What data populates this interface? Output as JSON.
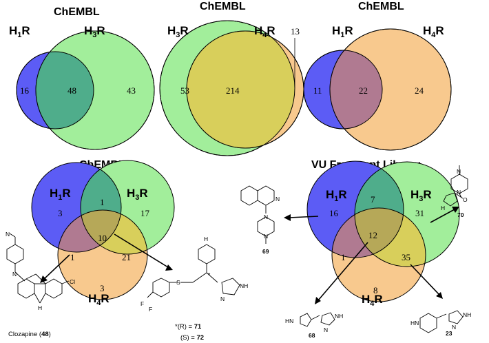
{
  "colors": {
    "h1r": "#5C5CF5",
    "h3r": "#A2EE9B",
    "h4r": "#F8C98E",
    "h1r_h3r": "#4FAD8B",
    "h3r_h4r": "#D8CF5B",
    "h1r_h4r": "#B07A91",
    "all": "#B6A858"
  },
  "titles": {
    "chembl": "ChEMBL",
    "vu": "VU Fragment Library"
  },
  "labels": {
    "h1r_main": "H",
    "h1r_sub": "1",
    "h1r_r": "R",
    "h3r_main": "H",
    "h3r_sub": "3",
    "h3r_r": "R",
    "h4r_main": "H",
    "h4r_sub": "4",
    "h4r_r": "R"
  },
  "venn_h1_h3": {
    "h1_only": "16",
    "both": "48",
    "h3_only": "43"
  },
  "venn_h3_h4": {
    "h3_only": "53",
    "both": "214",
    "h4_only": "13"
  },
  "venn_h1_h4": {
    "h1_only": "11",
    "both": "22",
    "h4_only": "24"
  },
  "venn_chembl3": {
    "h1": "3",
    "h1h3": "1",
    "h3": "17",
    "all": "10",
    "h1h4": "1",
    "h3h4": "21",
    "h4": "3"
  },
  "venn_vu3": {
    "h1": "16",
    "h1h3": "7",
    "h3": "31",
    "all": "12",
    "h1h4": "1",
    "h3h4": "35",
    "h4": "8"
  },
  "molecules": {
    "clozapine": {
      "name": "Clozapine",
      "id": "48",
      "cl": "Cl",
      "nh": "H",
      "n": "N",
      "n2": "N"
    },
    "m71": {
      "r_label": "*(R) = ",
      "r_id": "71",
      "s_label": "(S) = ",
      "s_id": "72",
      "f": "F",
      "cf3": "F",
      "s": "S",
      "nh": "NH",
      "hn": "H",
      "n": "N",
      "star": "*"
    },
    "m69": {
      "id": "69",
      "n": "N",
      "n2": "N",
      "n3": "N"
    },
    "m70": {
      "id": "70",
      "n": "N",
      "o": "O",
      "nh": "H",
      "n2": "N"
    },
    "m68": {
      "id": "68",
      "hn": "HN",
      "nh": "NH",
      "n": "N"
    },
    "m23": {
      "id": "23",
      "hn": "HN",
      "nh": "NH",
      "n": "N"
    }
  }
}
